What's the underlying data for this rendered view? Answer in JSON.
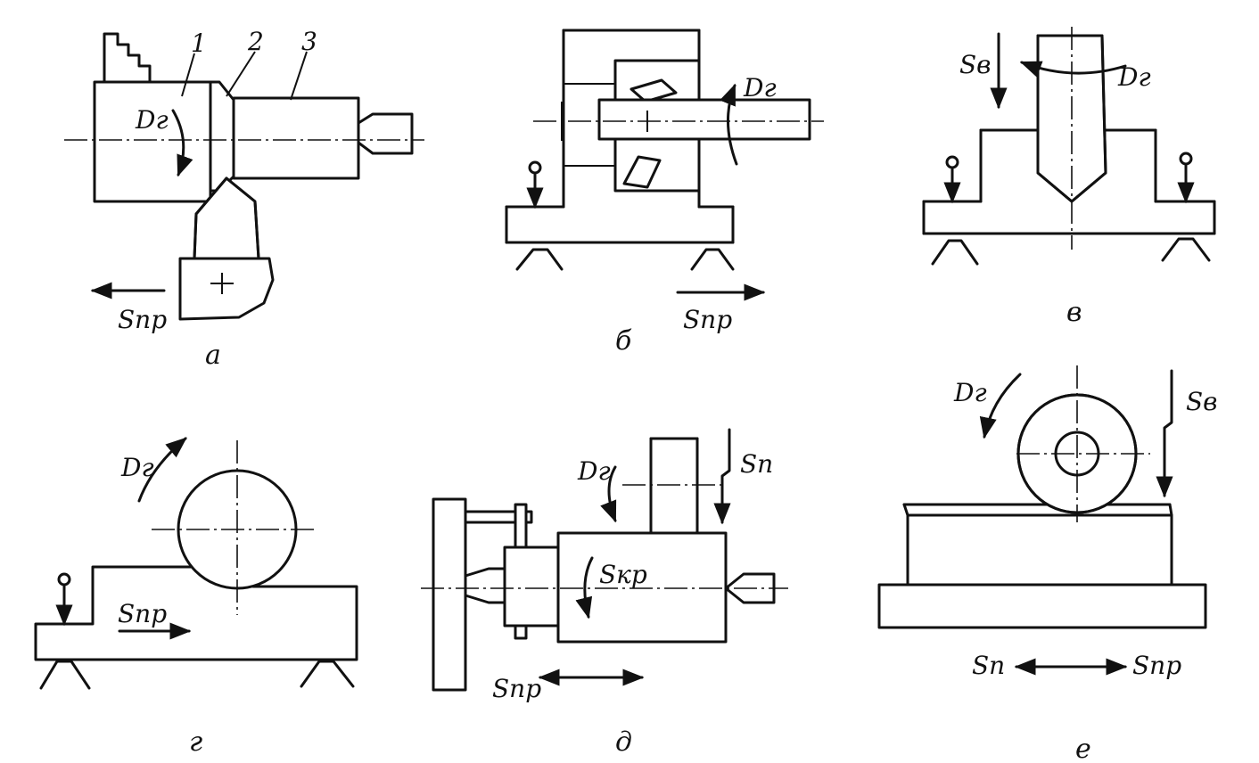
{
  "figures": {
    "a": {
      "caption": "а",
      "part_numbers": [
        "1",
        "2",
        "3"
      ],
      "rotation_label": "Dг",
      "feed_label": "Sпр"
    },
    "b": {
      "caption": "б",
      "rotation_label": "Dг",
      "feed_label": "Sпр"
    },
    "v": {
      "caption": "в",
      "rotation_label": "Dг",
      "feed_label": "Sв"
    },
    "g": {
      "caption": "г",
      "rotation_label": "Dг",
      "feed_label": "Sпр"
    },
    "d": {
      "caption": "д",
      "rotation_label": "Dг",
      "plunge_label": "Sп",
      "circular_feed_label": "Sкр",
      "feed_label": "Sпр"
    },
    "e": {
      "caption": "е",
      "rotation_label": "Dг",
      "vertical_feed_label": "Sв",
      "left_feed_label": "Sп",
      "right_feed_label": "Sпр"
    }
  }
}
